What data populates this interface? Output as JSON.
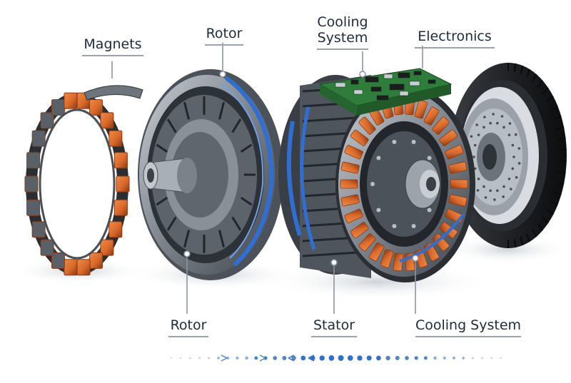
{
  "labels": {
    "magnets": "Magnets",
    "rotor_top": "Rotor",
    "cooling_top_line1": "Cooling",
    "cooling_top_line2": "System",
    "electronics": "Electronics",
    "rotor_bottom": "Rotor",
    "stator": "Stator",
    "cooling_bottom": "Cooling System"
  },
  "icons": [
    "magnet-ring",
    "rotor-housing",
    "stator-assembly",
    "control-electronics-board",
    "tire-wheel",
    "brake-disc"
  ],
  "colors": {
    "copper": "#d9692a",
    "copper_dark": "#8f3a12",
    "steel": "#8a9098",
    "steel_dark": "#3b4148",
    "coolant_blue": "#2f6fd1",
    "pcb_green": "#2f7d3a",
    "tire_black": "#1b1d20",
    "label_text": "#1d2b3a",
    "leader_line": "#8a95a1"
  }
}
